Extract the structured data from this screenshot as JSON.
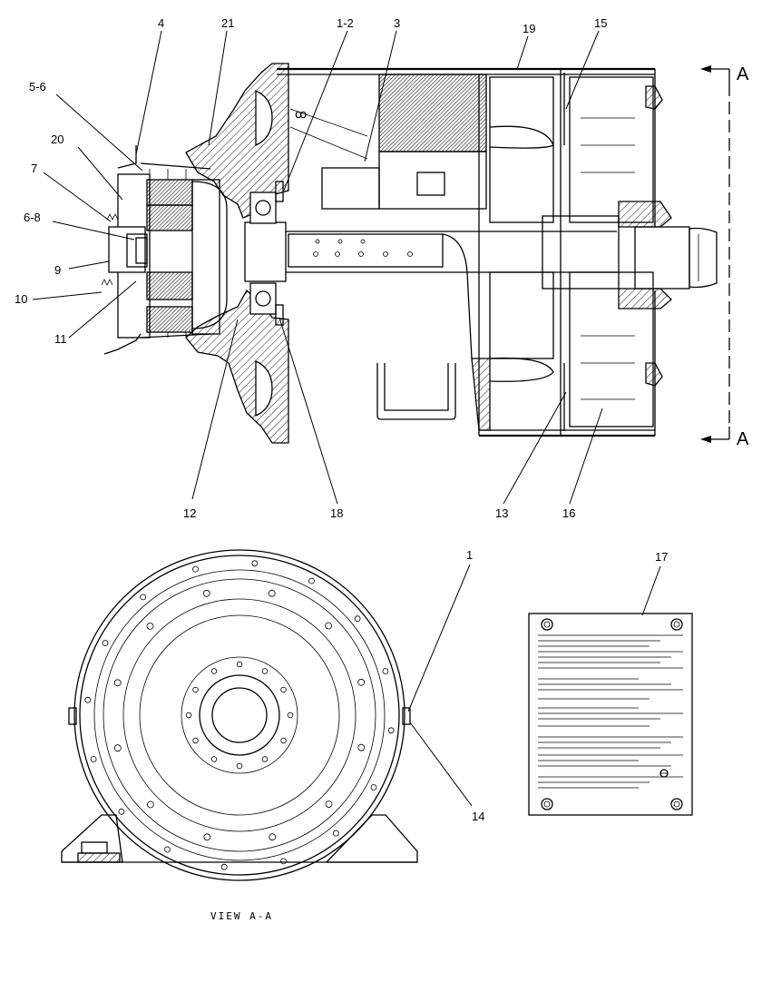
{
  "callouts": {
    "c4": "4",
    "c21": "21",
    "c1_2": "1-2",
    "c3": "3",
    "c19": "19",
    "c15": "15",
    "c5_6": "5-6",
    "c20": "20",
    "c7": "7",
    "c6_8": "6-8",
    "c9": "9",
    "c10": "10",
    "c11": "11",
    "c12": "12",
    "c18": "18",
    "c13": "13",
    "c16": "16",
    "c1": "1",
    "c17": "17",
    "c14": "14"
  },
  "section_marks": {
    "top": "A",
    "bottom": "A"
  },
  "view_caption": "VIEW A-A"
}
